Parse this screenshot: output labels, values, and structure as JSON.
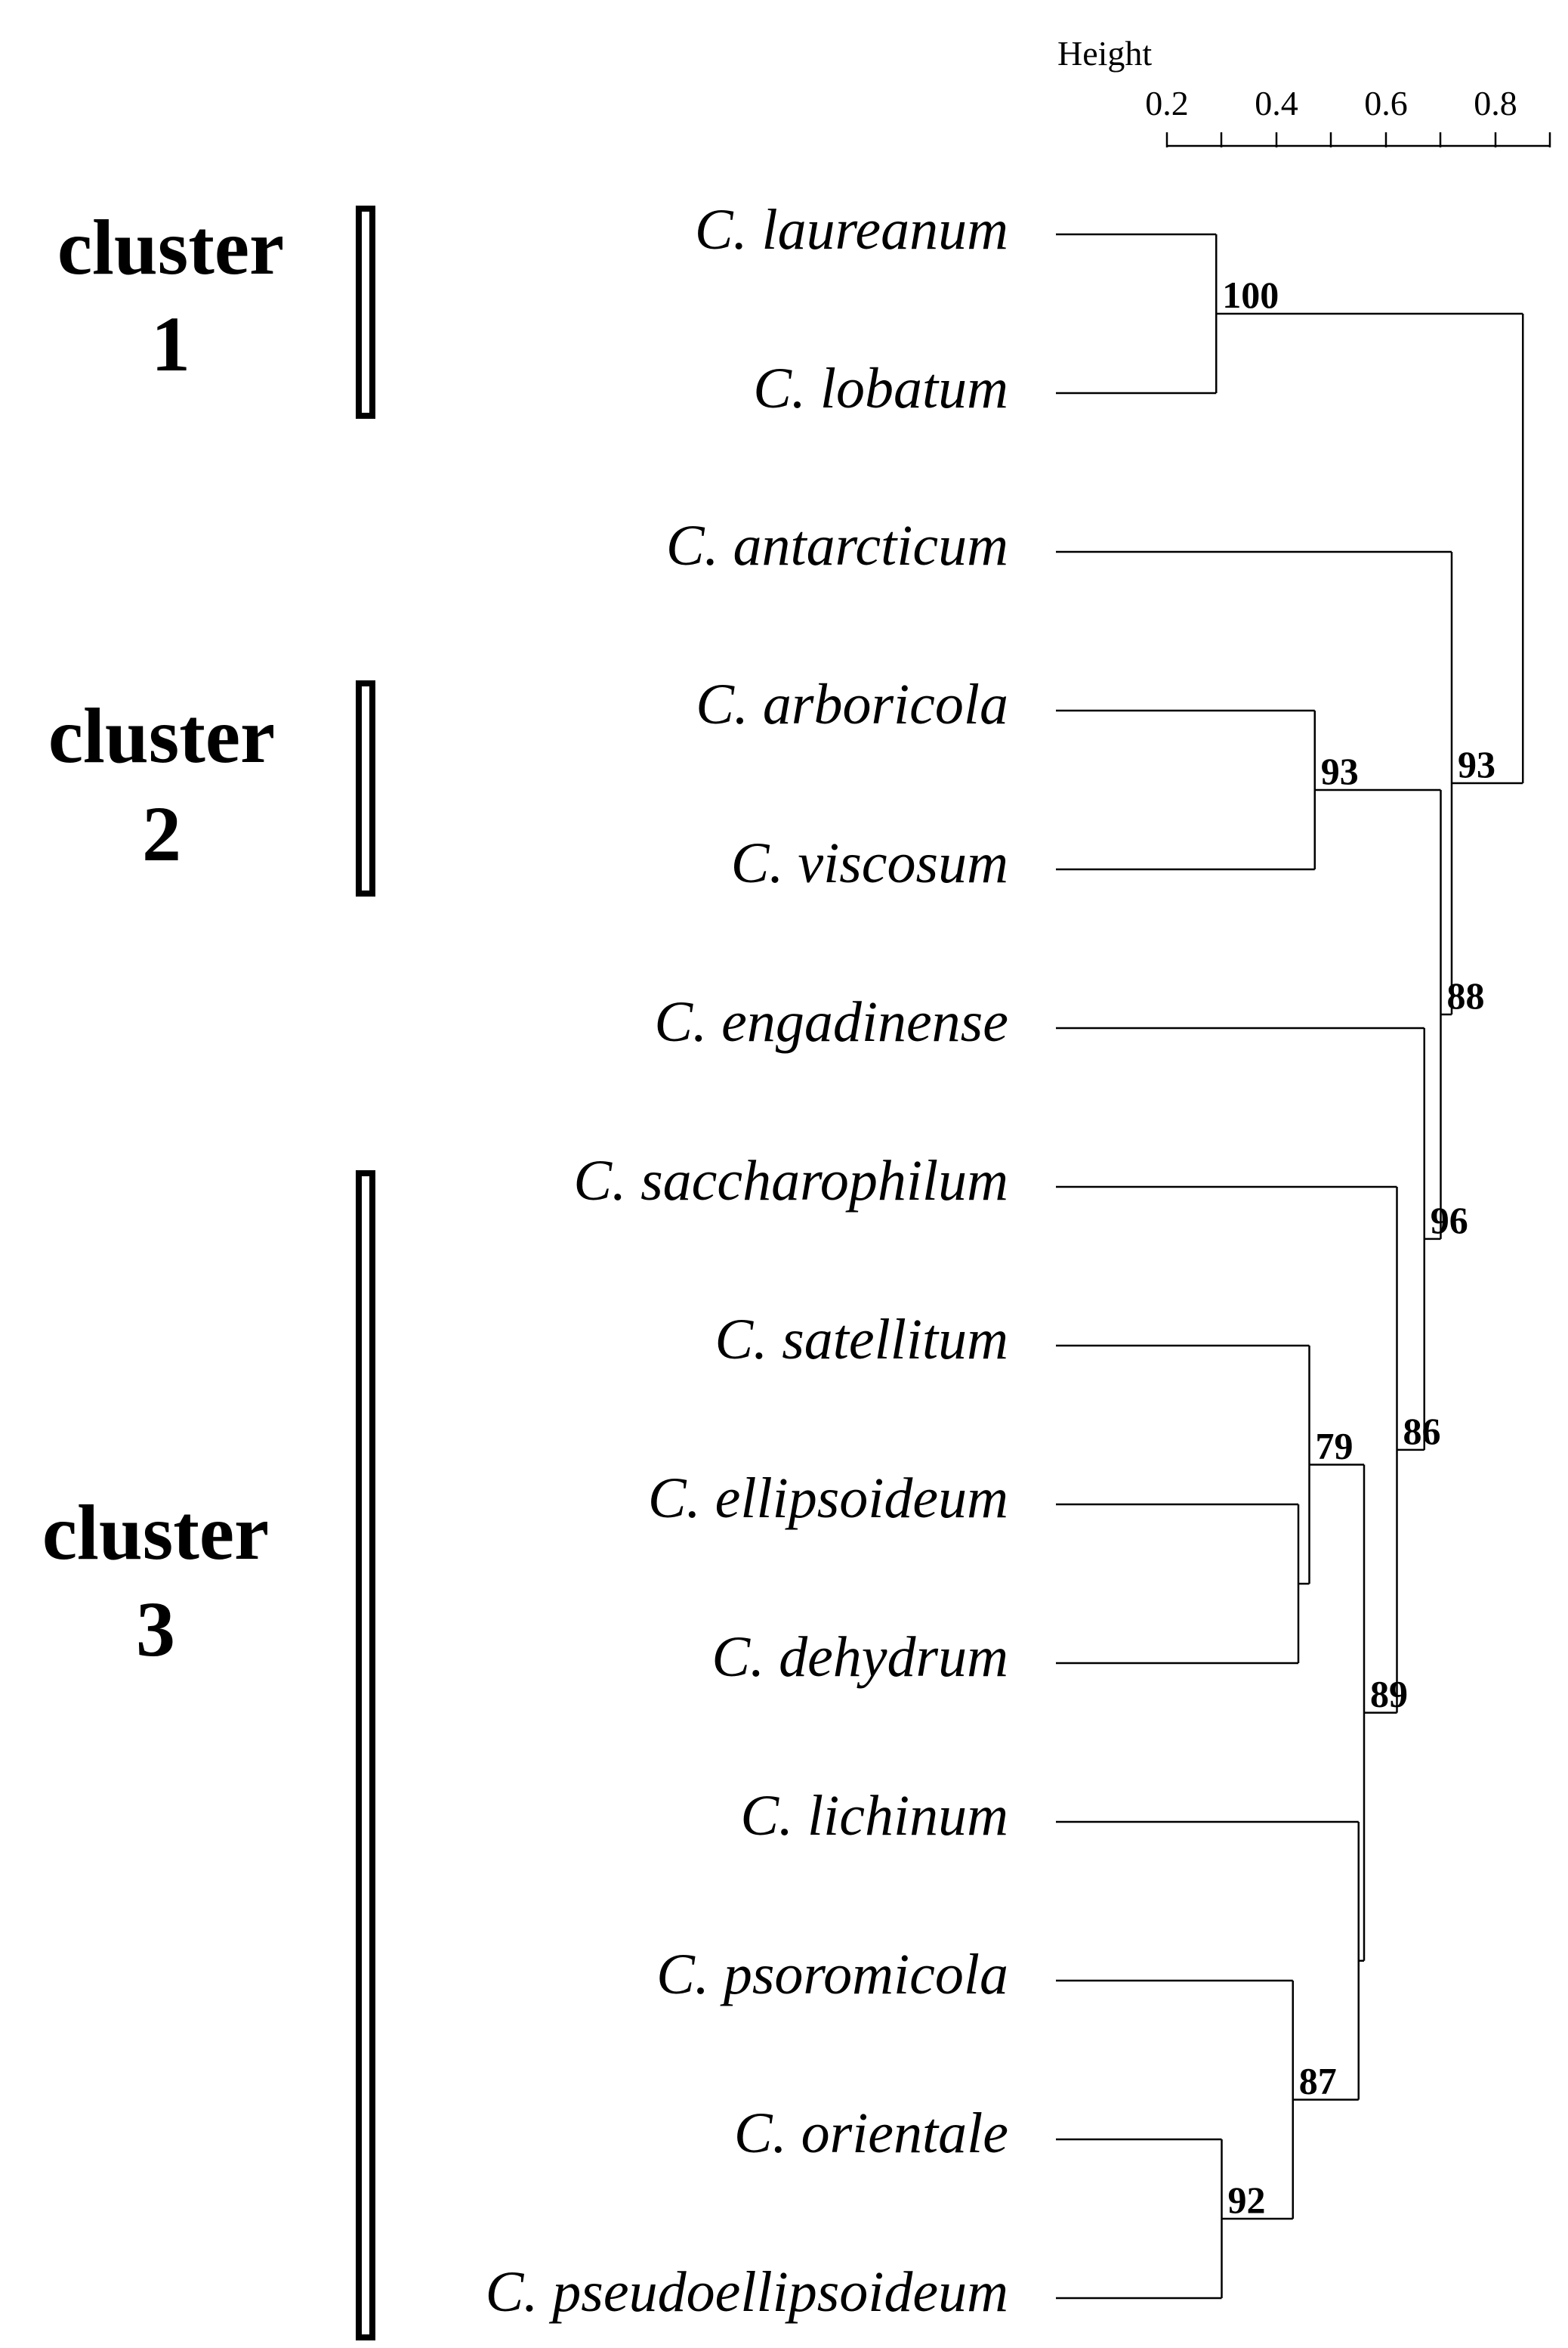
{
  "axis": {
    "title": "Height",
    "ticks": [
      "0.2",
      "0.4",
      "0.6",
      "0.8"
    ]
  },
  "clusters": [
    {
      "label": "cluster",
      "number": "1"
    },
    {
      "label": "cluster",
      "number": "2"
    },
    {
      "label": "cluster",
      "number": "3"
    }
  ],
  "species": [
    "C. laureanum",
    "C. lobatum",
    "C. antarcticum",
    "C. arboricola",
    "C. viscosum",
    "C. engadinense",
    "C. saccharophilum",
    "C. satellitum",
    "C. ellipsoideum",
    "C. dehydrum",
    "C. lichinum",
    "C. psoromicola",
    "C. orientale",
    "C. pseudoellipsoideum"
  ],
  "nodes": [
    {
      "id": "n_ed",
      "children": [
        8,
        9
      ],
      "height": 0.44,
      "support": ""
    },
    {
      "id": "n_sed",
      "children": [
        7,
        "n_ed"
      ],
      "height": 0.46,
      "support": "79"
    },
    {
      "id": "n_op",
      "children": [
        12,
        13
      ],
      "height": 0.3,
      "support": "92"
    },
    {
      "id": "n_pop",
      "children": [
        11,
        "n_op"
      ],
      "height": 0.43,
      "support": "87"
    },
    {
      "id": "n_lpop",
      "children": [
        10,
        "n_pop"
      ],
      "height": 0.55,
      "support": ""
    },
    {
      "id": "n_mid",
      "children": [
        "n_sed",
        "n_lpop"
      ],
      "height": 0.56,
      "support": "89"
    },
    {
      "id": "n_sac",
      "children": [
        6,
        "n_mid"
      ],
      "height": 0.62,
      "support": "86"
    },
    {
      "id": "n_eng",
      "children": [
        5,
        "n_sac"
      ],
      "height": 0.67,
      "support": "96"
    },
    {
      "id": "n_av",
      "children": [
        3,
        4
      ],
      "height": 0.47,
      "support": "93"
    },
    {
      "id": "n_av2",
      "children": [
        "n_av",
        "n_eng"
      ],
      "height": 0.7,
      "support": "88"
    },
    {
      "id": "n_ant",
      "children": [
        2,
        "n_av2"
      ],
      "height": 0.72,
      "support": "93"
    },
    {
      "id": "n_ll",
      "children": [
        0,
        1
      ],
      "height": 0.29,
      "support": "100"
    },
    {
      "id": "n_root",
      "children": [
        "n_ll",
        "n_ant"
      ],
      "height": 0.85,
      "support": ""
    }
  ]
}
